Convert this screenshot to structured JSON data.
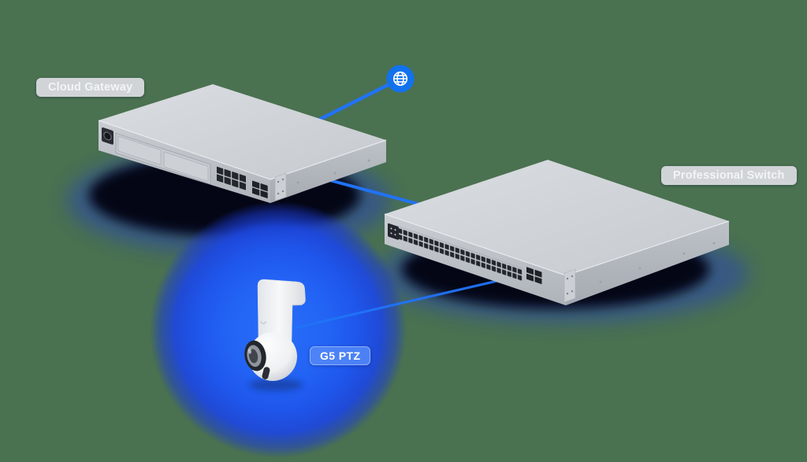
{
  "scene": {
    "description": "UniFi network topology product illustration",
    "background_color": "#4A7150",
    "accent_blue": "#2173F5",
    "glow_blue": "#2263F4",
    "badge_gray": "#D5D8DC"
  },
  "nodes": {
    "internet": {
      "icon": "globe-icon"
    },
    "gateway": {
      "label": "Cloud Gateway",
      "type": "rackmount-gateway"
    },
    "switch": {
      "label": "Professional Switch",
      "type": "rackmount-48-port-switch"
    },
    "camera": {
      "label": "G5 PTZ",
      "type": "ptz-camera"
    }
  },
  "connections": [
    {
      "from": "internet",
      "to": "gateway"
    },
    {
      "from": "gateway",
      "to": "switch"
    },
    {
      "from": "switch",
      "to": "camera"
    }
  ]
}
